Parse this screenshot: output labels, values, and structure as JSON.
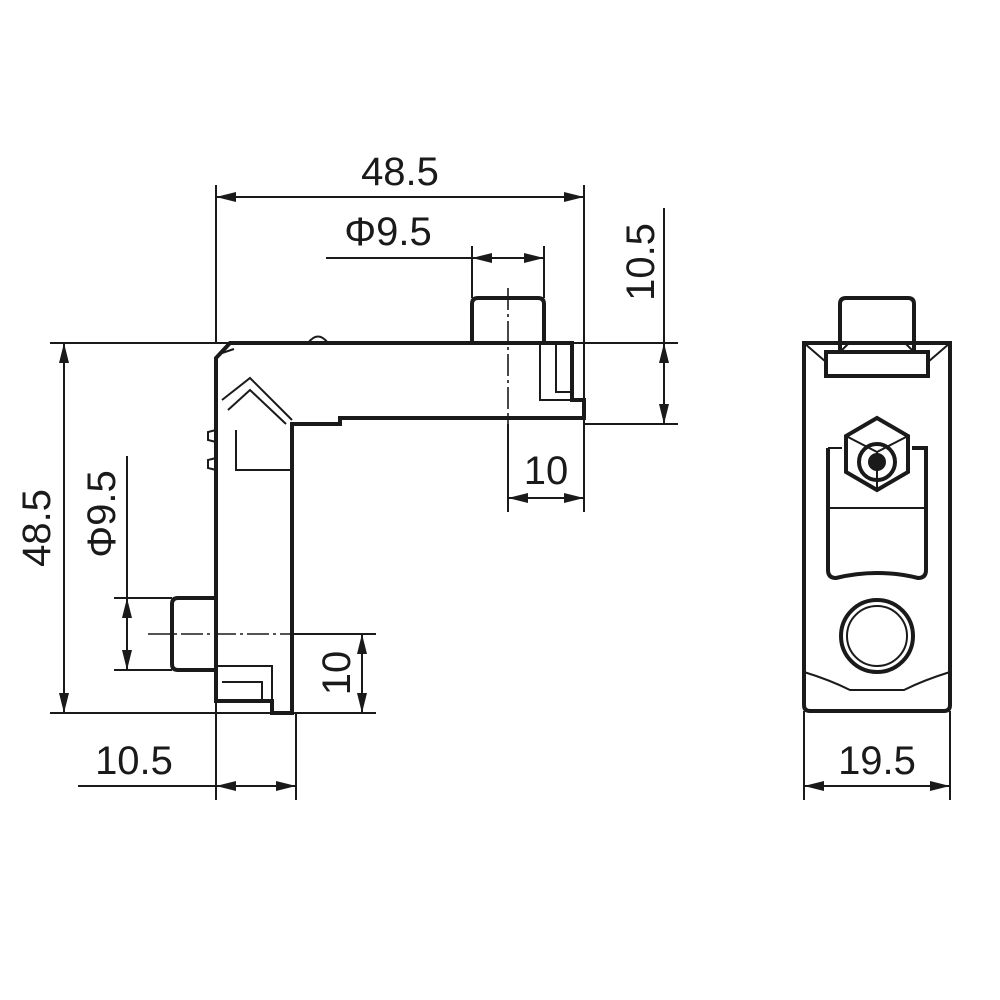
{
  "dimensions": {
    "top_width": "48.5",
    "top_pin_dia": "Φ9.5",
    "right_offset_height": "10.5",
    "top_tab_width": "10",
    "left_height": "48.5",
    "left_pin_dia": "Φ9.5",
    "left_tab_height": "10",
    "bottom_width": "10.5",
    "side_width": "19.5"
  },
  "line_color": "#1a1a1a",
  "background": "#ffffff"
}
